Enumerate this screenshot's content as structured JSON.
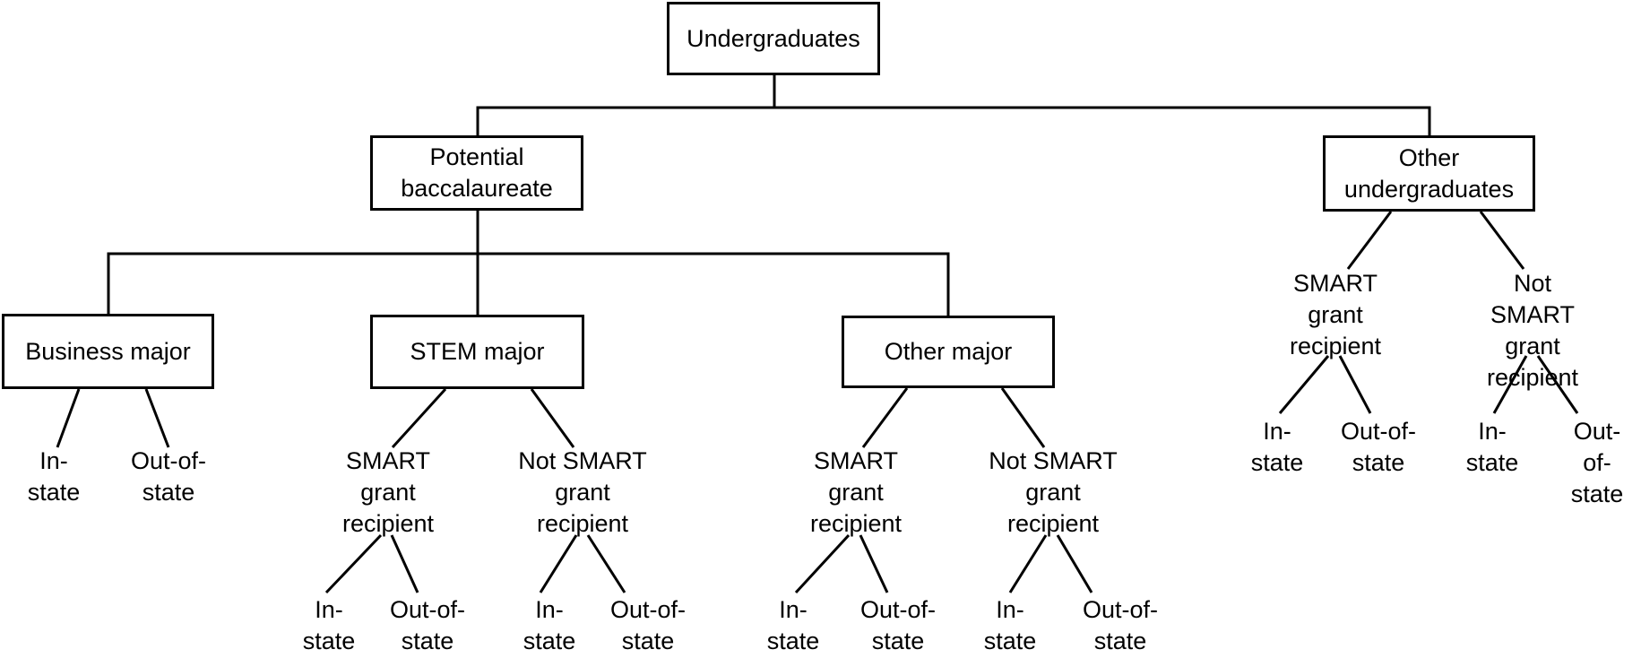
{
  "diagram": {
    "type": "tree",
    "colors": {
      "background": "#ffffff",
      "line": "#000000",
      "text": "#000000"
    },
    "tree": {
      "root": {
        "label": "Undergraduates",
        "children": [
          {
            "label": "Potential\nbaccalaureate",
            "children": [
              {
                "label": "Business major",
                "children": [
                  {
                    "label": "In-\nstate"
                  },
                  {
                    "label": "Out-of-\nstate"
                  }
                ]
              },
              {
                "label": "STEM major",
                "children": [
                  {
                    "label": "SMART\ngrant\nrecipient",
                    "children": [
                      {
                        "label": "In-\nstate"
                      },
                      {
                        "label": "Out-of-\nstate"
                      }
                    ]
                  },
                  {
                    "label": "Not SMART\ngrant\nrecipient",
                    "children": [
                      {
                        "label": "In-\nstate"
                      },
                      {
                        "label": "Out-of-\nstate"
                      }
                    ]
                  }
                ]
              },
              {
                "label": "Other major",
                "children": [
                  {
                    "label": "SMART\ngrant\nrecipient",
                    "children": [
                      {
                        "label": "In-\nstate"
                      },
                      {
                        "label": "Out-of-\nstate"
                      }
                    ]
                  },
                  {
                    "label": "Not SMART\ngrant\nrecipient",
                    "children": [
                      {
                        "label": "In-\nstate"
                      },
                      {
                        "label": "Out-of-\nstate"
                      }
                    ]
                  }
                ]
              }
            ]
          },
          {
            "label": "Other\nundergraduates",
            "children": [
              {
                "label": "SMART\ngrant\nrecipient",
                "children": [
                  {
                    "label": "In-\nstate"
                  },
                  {
                    "label": "Out-of-\nstate"
                  }
                ]
              },
              {
                "label": "Not SMART\ngrant\nrecipient",
                "children": [
                  {
                    "label": "In-\nstate"
                  },
                  {
                    "label": "Out-of-\nstate"
                  }
                ]
              }
            ]
          }
        ]
      }
    }
  }
}
